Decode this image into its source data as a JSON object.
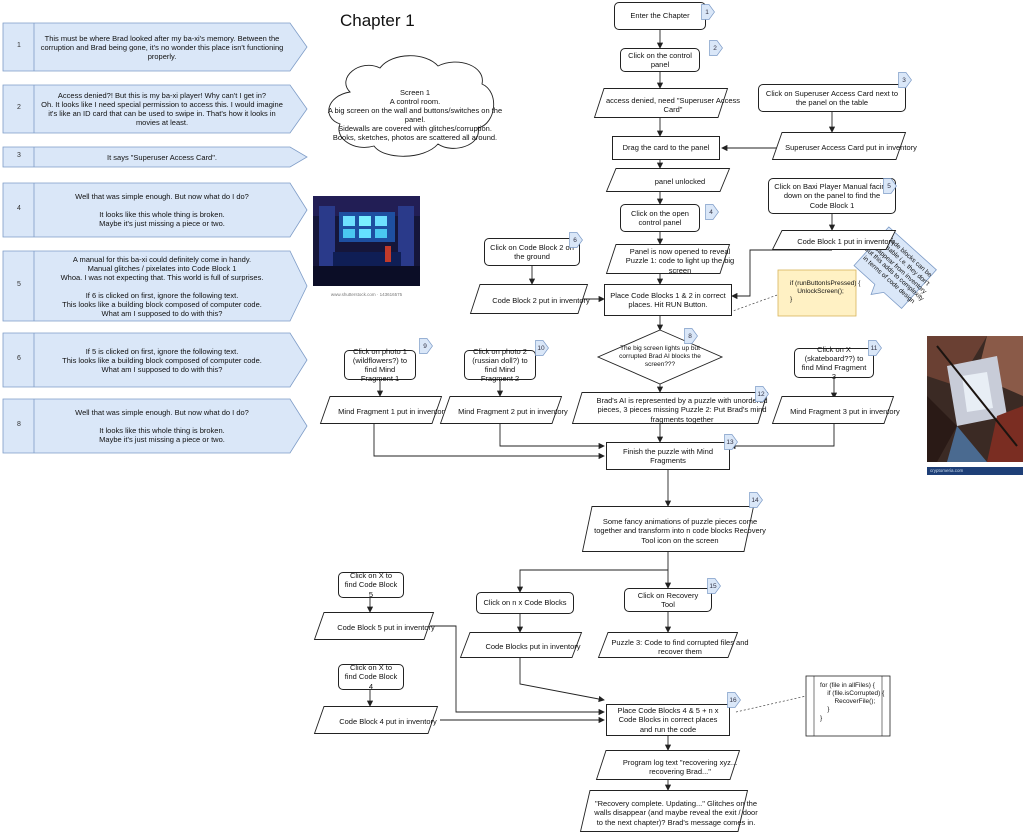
{
  "title": "Chapter 1",
  "dialogues": [
    {
      "num": "1",
      "text": "This must be where Brad looked after my ba-xi's memory. Between the corruption and Brad being gone, it's no wonder this place isn't functioning properly."
    },
    {
      "num": "2",
      "text": "Access denied?! But this is my ba-xi player! Why can't I get in?\nOh. It looks like I need special permission to access this. I would imagine it's like an ID card that can be used to swipe in. That's how it looks in movies at least."
    },
    {
      "num": "3",
      "text": "It says \"Superuser Access Card\"."
    },
    {
      "num": "4",
      "text": "Well that was simple enough. But now what do I do?\n\nIt looks like this whole thing is broken.\nMaybe it's just missing a piece or two."
    },
    {
      "num": "5",
      "text": "A manual for this ba-xi could definitely come in handy.\nManual glitches / pixelates into Code Block 1\nWhoa. I was not expecting that. This world is full of surprises.\n\nIf 6 is clicked on first, ignore the following text.\nThis looks like a building block composed of computer code.\nWhat am I supposed to do with this?"
    },
    {
      "num": "6",
      "text": "If 5 is clicked on first, ignore the following text.\nThis looks like a building block composed of computer code.\nWhat am I supposed to do with this?"
    },
    {
      "num": "8",
      "text": "Well that was simple enough. But now what do I do?\n\nIt looks like this whole thing is broken.\nMaybe it's just missing a piece or two."
    }
  ],
  "screen_cloud": {
    "text": "Screen 1\nA control room.\nA big screen on the wall and buttons/switches on the panel.\nSidewalls are covered with glitches/corruption.\nBooks, sketches, photos are scattered all around."
  },
  "nodes": {
    "enter": "Enter the Chapter",
    "click_panel": "Click on the control panel",
    "access_denied": "access denied, need \"Superuser Access Card\"",
    "click_card": "Click on Superuser Access Card next to the panel on the table",
    "card_inv": "Superuser Access Card put in inventory",
    "drag_card": "Drag the card to the panel",
    "panel_unlocked": "panel unlocked",
    "open_panel": "Click on the open control panel",
    "click_manual": "Click on Baxi Player Manual facing down on the panel to find the Code Block 1",
    "cb1_inv": "Code Block 1 put in inventory",
    "click_cb2": "Click on Code Block 2 on the ground",
    "puzzle1": "Panel is now opened to reveal Puzzle 1: code to light up the big screen",
    "cb2_inv": "Code Block 2 put in inventory",
    "place12": "Place Code Blocks 1 & 2 in correct places. Hit RUN Button.",
    "decision": "The big screen lights up but corrupted Brad AI blocks the screen???",
    "photo1": "Click on photo 1 (wildflowers?) to find Mind Fragment 1",
    "photo2": "Click on photo 2 (russian doll?) to find Mind Fragment 2",
    "clickx_skate": "Click on X (skateboard??) to find Mind Fragment 3",
    "mf1_inv": "Mind Fragment 1 put in inventory",
    "mf2_inv": "Mind Fragment 2 put in inventory",
    "mf3_inv": "Mind Fragment 3 put in inventory",
    "puzzle2": "Brad's AI is represented by a puzzle with unordered pieces, 3 pieces missing Puzzle 2: Put Brad's mind fragments together",
    "finish_puzzle": "Finish the puzzle with Mind Fragments",
    "animations": "Some fancy animations of puzzle pieces come together and transform into n code blocks Recovery Tool icon on the screen",
    "clickx_cb5": "Click on X to find Code Block 5",
    "cb5_inv": "Code Block 5 put in inventory",
    "click_nx": "Click on n x Code Blocks",
    "cbs_inv": "Code Blocks put in inventory",
    "click_recovery": "Click on Recovery Tool",
    "puzzle3": "Puzzle 3: Code to find corrupted files and recover them",
    "clickx_cb4": "Click on X to find Code Block 4",
    "cb4_inv": "Code Block 4 put in inventory",
    "place45": "Place Code Blocks 4 & 5 + n x Code Blocks in correct places and run the code",
    "program_log": "Program log text \"recovering xyz... recovering Brad...\"",
    "recovery_complete": "\"Recovery complete. Updating...\" Glitches on the walls disappear (and maybe reveal the exit / door to the next chapter)? Brad's message comes in."
  },
  "badges": {
    "b1": "1",
    "b2": "2",
    "b3": "3",
    "b4": "4",
    "b5": "5",
    "b6": "6",
    "b8": "8",
    "b9": "9",
    "b10": "10",
    "b11": "11",
    "b12": "12",
    "b13": "13",
    "b14": "14",
    "b15": "15",
    "b16": "16"
  },
  "code1": "if (runButtonIsPressed) {\n    UnlockScreen();\n}",
  "code2": "for (file in allFiles) {\n    if (file.isCorrupted) {\n        RecoverFile();\n    }\n}",
  "callout": "Code blocks can be reusable i.e. they don't disappear from inventory\nBut this adds to complexity in terms of code design",
  "photo_caption": "www.shutterstock.com · 143616575",
  "art_caption": "cryptomeria.com",
  "colors": {
    "dialog_fill": "#dae7f8",
    "dialog_stroke": "#7e9cc7",
    "note_fill": "#fff1c4",
    "note_stroke": "#d8b55a",
    "callout_fill": "#dae7f8"
  }
}
